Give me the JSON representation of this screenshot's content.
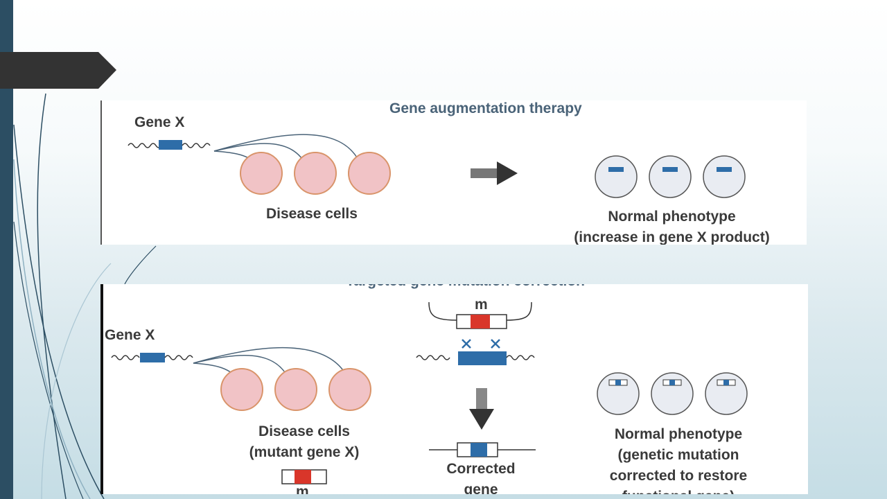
{
  "augmentation": {
    "title": "Gene augmentation therapy",
    "gene_label": "Gene X",
    "disease_label": "Disease cells",
    "normal_line1": "Normal phenotype",
    "normal_line2": "(increase in gene X product)"
  },
  "correction": {
    "title": "Targeted gene mutation correction",
    "gene_label": "Gene X",
    "mutation_mark": "m",
    "disease_line1": "Disease cells",
    "disease_line2": "(mutant gene X)",
    "mutant_mark": "m",
    "corrected_line1": "Corrected",
    "corrected_line2": "gene",
    "normal_line1": "Normal phenotype",
    "normal_line2": "(genetic mutation",
    "normal_line3": "corrected to restore",
    "normal_line4": "functional gene)"
  },
  "colors": {
    "gene_blue": "#2e6da8",
    "mutation_red": "#d9362a",
    "disease_cell_fill": "#f1c3c6",
    "disease_cell_stroke": "#d9946a",
    "normal_cell_fill": "#e9ecf2",
    "accent_dark": "#2c4e63"
  }
}
